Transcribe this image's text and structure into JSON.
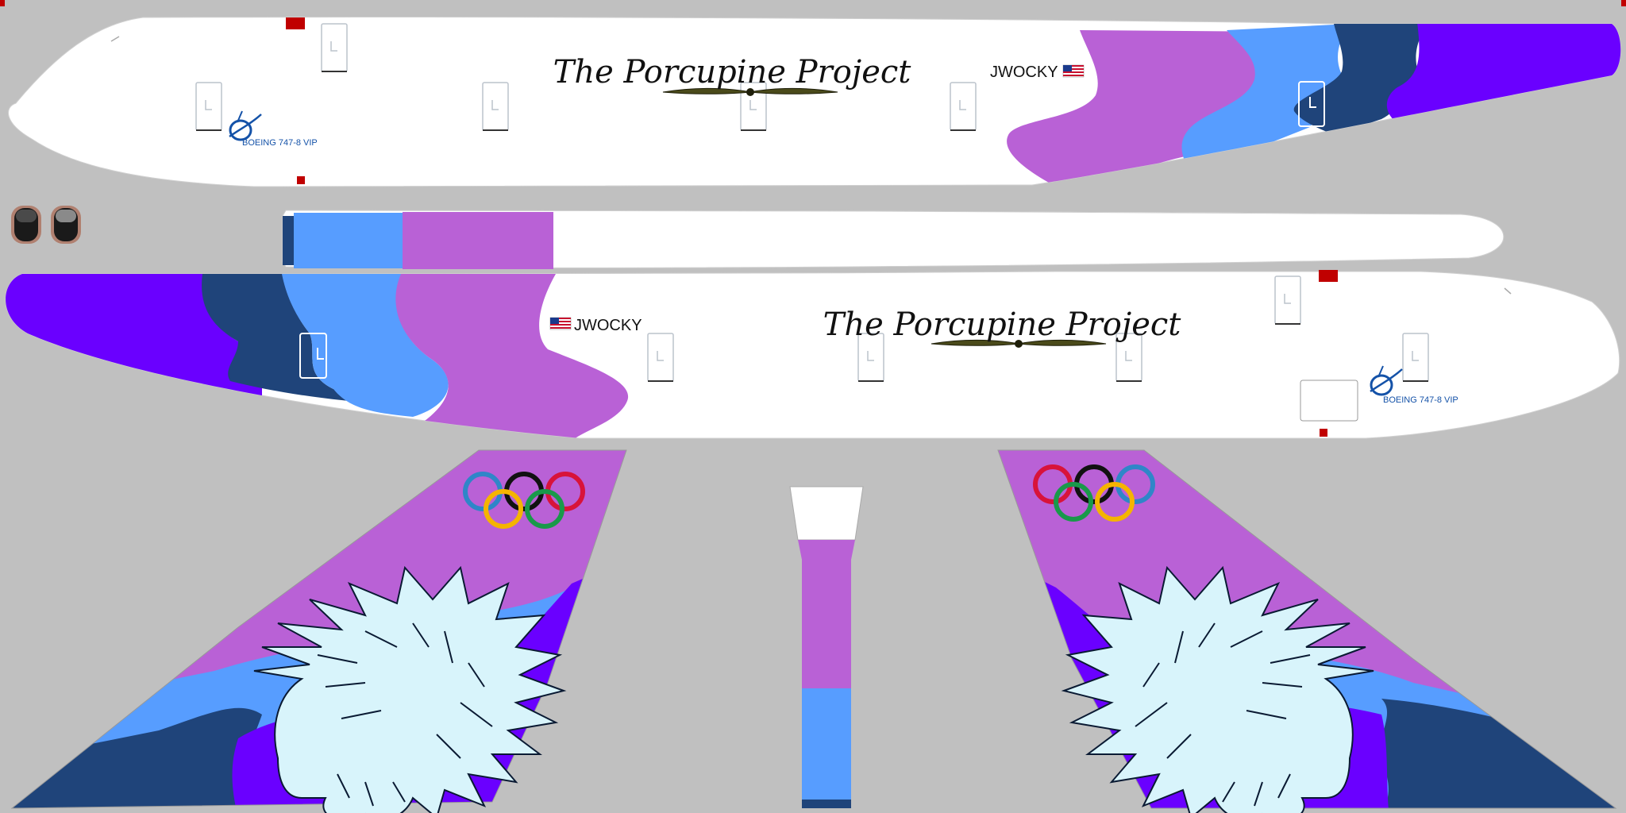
{
  "texture": {
    "livery_title": "The Porcupine Project",
    "registration": "JWOCKY",
    "model_label": "BOEING 747-8 VIP"
  },
  "colors": {
    "background": "#c0c0c0",
    "fuselage": "#ffffff",
    "lavender": "#b961d6",
    "sky_blue": "#579dff",
    "navy": "#1f447a",
    "violet": "#6a00ff",
    "marker_red": "#c00000",
    "porcupine_fill": "#d8f4fb",
    "boeing_blue": "#1452a8",
    "olympic_blue": "#2f86c8",
    "olympic_black": "#111111",
    "olympic_red": "#d8133a",
    "olympic_yellow": "#f5b400",
    "olympic_green": "#19994a"
  },
  "icons": {
    "flag": "us-flag-icon",
    "logo": "boeing-logo-icon",
    "rings": "olympic-rings-icon",
    "mascot": "porcupine-icon",
    "window": "cockpit-window-icon"
  }
}
